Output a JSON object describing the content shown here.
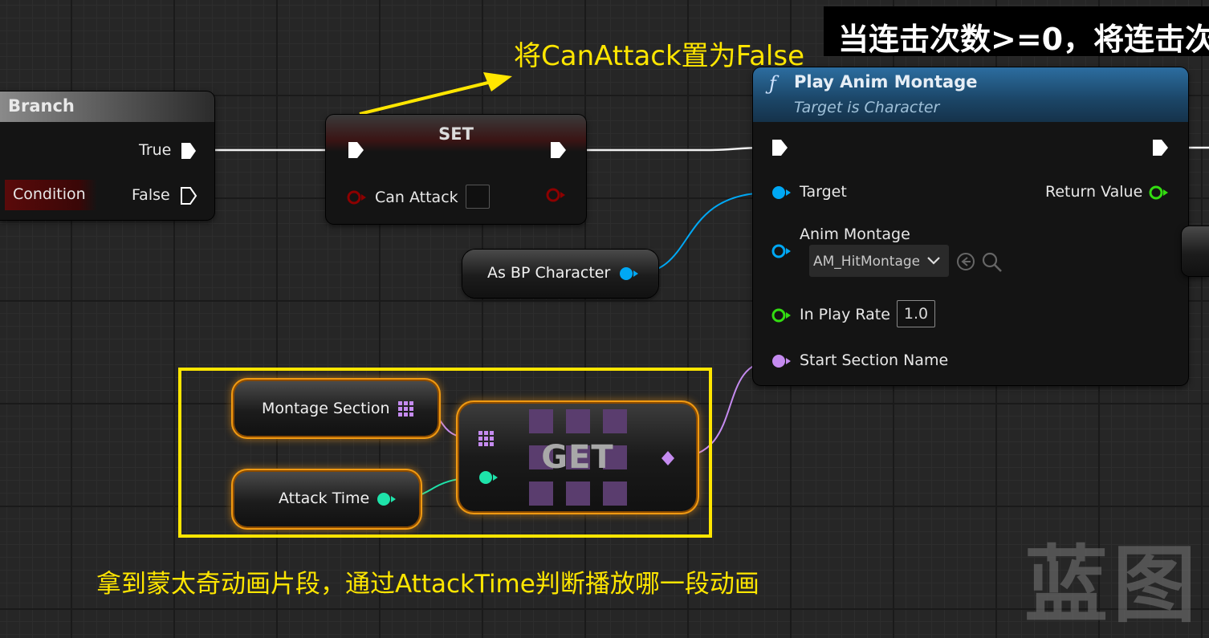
{
  "annotations": {
    "top_banner": "当连击次数>=0，将连击次",
    "set_note": "将CanAttack置为False",
    "bottom_note": "拿到蒙太奇动画片段，通过AttackTime判断播放哪一段动画",
    "watermark": "蓝图"
  },
  "branch_node": {
    "title": "Branch",
    "true_label": "True",
    "false_label": "False",
    "condition_label": "Condition"
  },
  "set_node": {
    "title": "SET",
    "variable_label": "Can Attack"
  },
  "cast_node": {
    "label": "As BP Character"
  },
  "play_montage_node": {
    "title": "Play Anim Montage",
    "subtitle": "Target is Character",
    "target_label": "Target",
    "return_label": "Return Value",
    "anim_montage_label": "Anim Montage",
    "anim_montage_value": "AM_HitMontage",
    "play_rate_label": "In Play Rate",
    "play_rate_value": "1.0",
    "start_section_label": "Start Section Name"
  },
  "montage_section_var": {
    "label": "Montage Section"
  },
  "attack_time_var": {
    "label": "Attack Time"
  },
  "get_node": {
    "title": "GET"
  },
  "colors": {
    "exec": "#ffffff",
    "bool_pin": "#8c0000",
    "object_pin": "#00a8f4",
    "float_pin": "#33dd11",
    "name_pin": "#c58bf0",
    "int_pin": "#1ee3aa",
    "highlight": "#ffe600"
  }
}
